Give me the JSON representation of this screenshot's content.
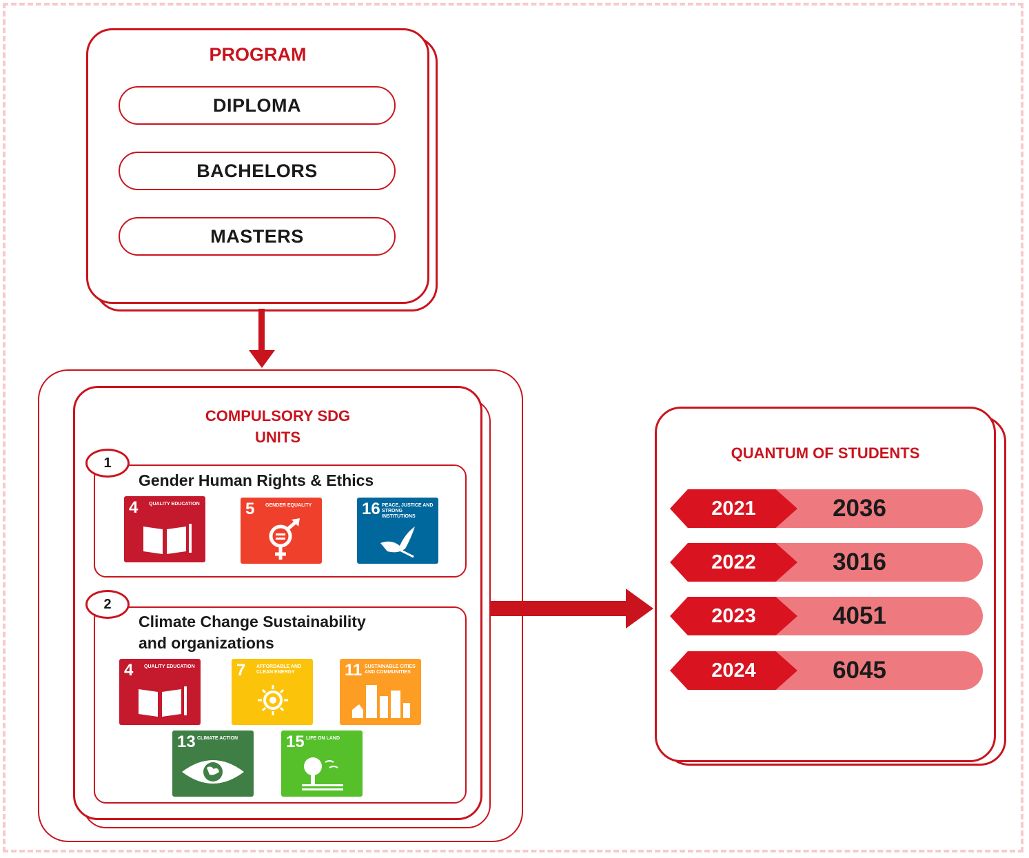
{
  "program": {
    "title": "PROGRAM",
    "items": [
      "DIPLOMA",
      "BACHELORS",
      "MASTERS"
    ]
  },
  "sdg_units": {
    "title_line1": "COMPULSORY SDG",
    "title_line2": "UNITS",
    "units": [
      {
        "number": "1",
        "title": "Gender Human Rights & Ethics",
        "goals": [
          {
            "num": "4",
            "name": "Quality Education",
            "color": "#c5192d",
            "icon": "book-icon"
          },
          {
            "num": "5",
            "name": "Gender Equality",
            "color": "#ef402b",
            "icon": "gender-equality-icon"
          },
          {
            "num": "16",
            "name": "Peace, Justice and Strong Institutions",
            "color": "#00689d",
            "icon": "dove-icon"
          }
        ]
      },
      {
        "number": "2",
        "title_line1": "Climate Change Sustainability",
        "title_line2": "and organizations",
        "goals": [
          {
            "num": "4",
            "name": "Quality Education",
            "color": "#c5192d",
            "icon": "book-icon"
          },
          {
            "num": "7",
            "name": "Affordable and Clean Energy",
            "color": "#fcc30b",
            "icon": "sun-icon"
          },
          {
            "num": "11",
            "name": "Sustainable Cities and Communities",
            "color": "#fd9d24",
            "icon": "city-icon"
          },
          {
            "num": "13",
            "name": "Climate Action",
            "color": "#3f7e44",
            "icon": "eye-globe-icon"
          },
          {
            "num": "15",
            "name": "Life on Land",
            "color": "#56c02b",
            "icon": "tree-icon"
          }
        ]
      }
    ]
  },
  "quantum": {
    "title": "QUANTUM OF STUDENTS",
    "rows": [
      {
        "year": "2021",
        "count": "2036"
      },
      {
        "year": "2022",
        "count": "3016"
      },
      {
        "year": "2023",
        "count": "4051"
      },
      {
        "year": "2024",
        "count": "6045"
      }
    ]
  },
  "colors": {
    "accent": "#c9141e",
    "tag": "#d91420",
    "bar": "#ee7a80",
    "frame": "#f7c9cc"
  }
}
